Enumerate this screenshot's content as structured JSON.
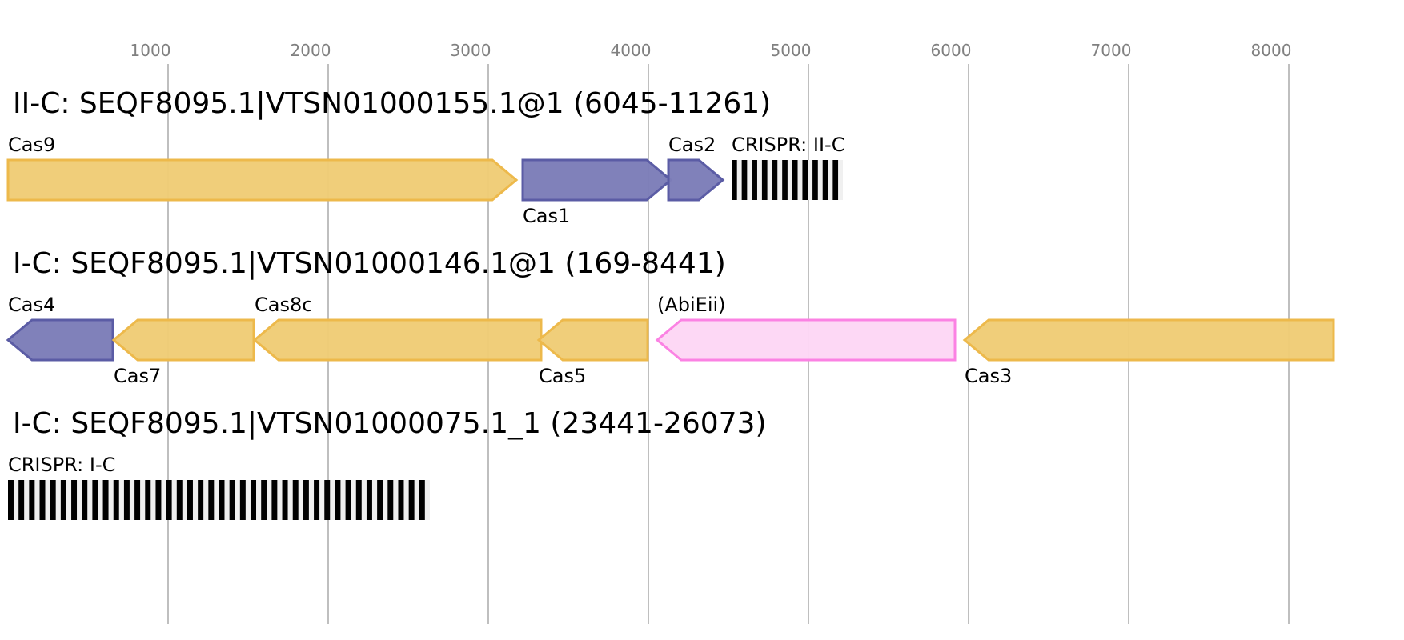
{
  "chart_data": {
    "type": "gene-map",
    "axis": {
      "unit": "bp",
      "range": [
        0,
        8550
      ],
      "ticks": [
        1000,
        2000,
        3000,
        4000,
        5000,
        6000,
        7000,
        8000
      ],
      "tick_labels": [
        "1000",
        "2000",
        "3000",
        "4000",
        "5000",
        "6000",
        "7000",
        "8000"
      ],
      "grid": true
    },
    "colors": {
      "cas_effector_fill": "#f0cc76",
      "cas_effector_stroke": "#edb94b",
      "cas_adaptation_fill": "#7c7db8",
      "cas_adaptation_stroke": "#5b5ca5",
      "accessory_fill": "#fdd7f5",
      "accessory_stroke": "#fb82e3",
      "crispr_dark": "#000000",
      "crispr_light": "#f0f0f0"
    },
    "loci": [
      {
        "title": "II-C: SEQF8095.1|VTSN01000155.1@1 (6045-11261)",
        "features": [
          {
            "kind": "gene",
            "label": "Cas9",
            "start": 0,
            "end": 3175,
            "strand": "+",
            "color": "effector",
            "label_pos": "above"
          },
          {
            "kind": "gene",
            "label": "Cas1",
            "start": 3215,
            "end": 4140,
            "strand": "+",
            "color": "adaptation",
            "label_pos": "below"
          },
          {
            "kind": "gene",
            "label": "Cas2",
            "start": 4125,
            "end": 4465,
            "strand": "+",
            "color": "adaptation",
            "label_pos": "above"
          },
          {
            "kind": "crispr",
            "label": "CRISPR: II-C",
            "start": 4520,
            "end": 5215,
            "repeats": 11,
            "label_pos": "above"
          }
        ]
      },
      {
        "title": "I-C: SEQF8095.1|VTSN01000146.1@1 (169-8441)",
        "features": [
          {
            "kind": "gene",
            "label": "Cas4",
            "start": 0,
            "end": 655,
            "strand": "-",
            "color": "adaptation",
            "label_pos": "above"
          },
          {
            "kind": "gene",
            "label": "Cas7",
            "start": 660,
            "end": 1535,
            "strand": "-",
            "color": "effector",
            "label_pos": "below"
          },
          {
            "kind": "gene",
            "label": "Cas8c",
            "start": 1540,
            "end": 3330,
            "strand": "-",
            "color": "effector",
            "label_pos": "above"
          },
          {
            "kind": "gene",
            "label": "Cas5",
            "start": 3315,
            "end": 3995,
            "strand": "-",
            "color": "effector",
            "label_pos": "below"
          },
          {
            "kind": "gene",
            "label": "(AbiEii)",
            "start": 4055,
            "end": 5915,
            "strand": "-",
            "color": "accessory",
            "label_pos": "above"
          },
          {
            "kind": "gene",
            "label": "Cas3",
            "start": 5975,
            "end": 8280,
            "strand": "-",
            "color": "effector",
            "label_pos": "below"
          }
        ]
      },
      {
        "title": "I-C: SEQF8095.1|VTSN01000075.1_1 (23441-26073)",
        "features": [
          {
            "kind": "crispr",
            "label": "CRISPR: I-C",
            "start": 0,
            "end": 2635,
            "repeats": 40,
            "label_pos": "above"
          }
        ]
      }
    ]
  }
}
